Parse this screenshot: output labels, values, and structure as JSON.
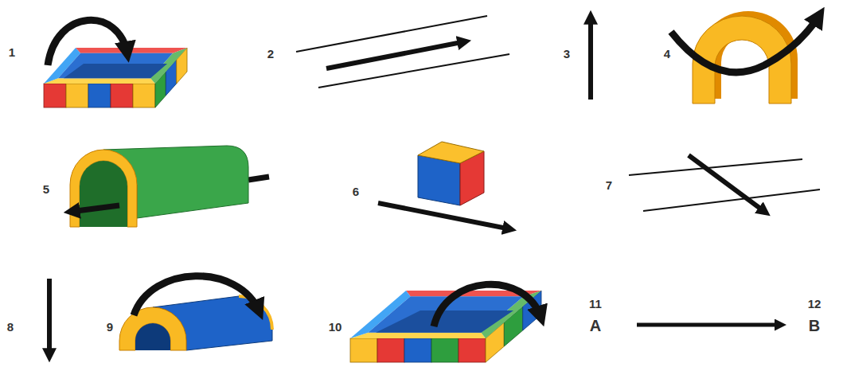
{
  "diagram": {
    "labels": [
      "1",
      "2",
      "3",
      "4",
      "5",
      "6",
      "7",
      "8",
      "9",
      "10",
      "11",
      "A",
      "12",
      "B"
    ]
  }
}
